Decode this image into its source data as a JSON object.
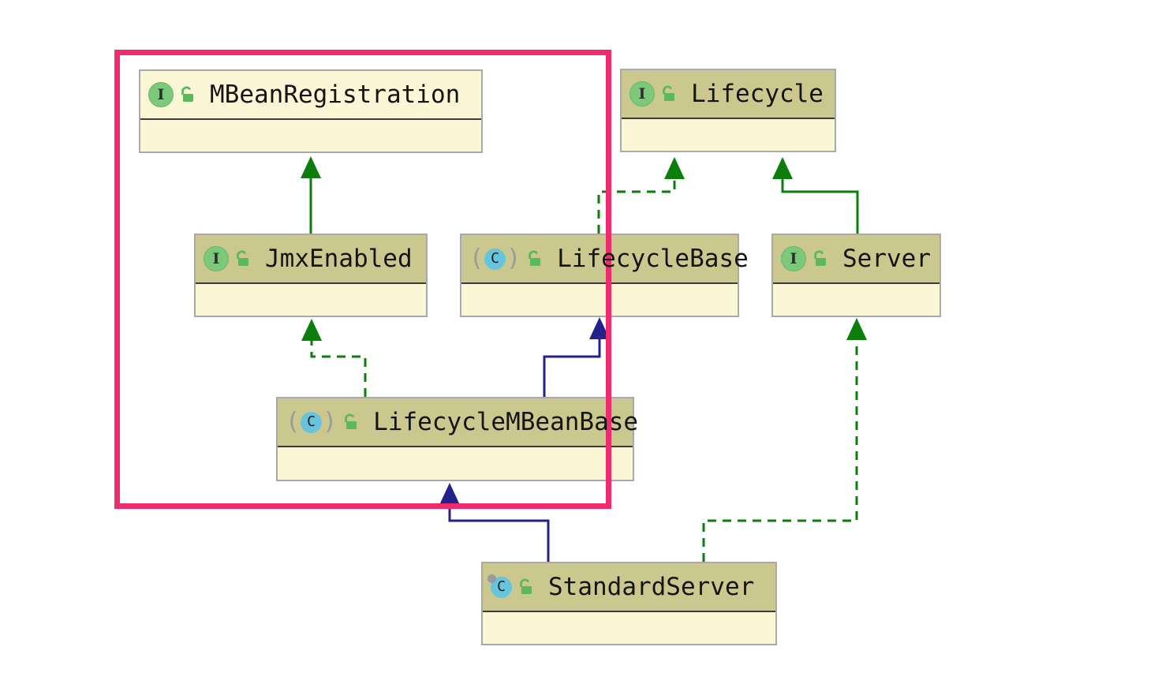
{
  "diagram": {
    "nodes": [
      {
        "label": "MBeanRegistration",
        "kind": "interface",
        "icon": "interface-icon",
        "icon_letter": "I",
        "visibility_icon": "public-unlocked-icon",
        "header_tint": "cream"
      },
      {
        "label": "Lifecycle",
        "kind": "interface",
        "icon": "interface-icon",
        "icon_letter": "I",
        "visibility_icon": "public-unlocked-icon",
        "header_tint": "khaki"
      },
      {
        "label": "JmxEnabled",
        "kind": "interface",
        "icon": "interface-icon",
        "icon_letter": "I",
        "visibility_icon": "public-unlocked-icon",
        "header_tint": "khaki"
      },
      {
        "label": "LifecycleBase",
        "kind": "abstract-class",
        "icon": "abstract-class-icon",
        "icon_letter": "C",
        "visibility_icon": "public-unlocked-icon",
        "header_tint": "khaki"
      },
      {
        "label": "Server",
        "kind": "interface",
        "icon": "interface-icon",
        "icon_letter": "I",
        "visibility_icon": "public-unlocked-icon",
        "header_tint": "khaki"
      },
      {
        "label": "LifecycleMBeanBase",
        "kind": "abstract-class",
        "icon": "abstract-class-icon",
        "icon_letter": "C",
        "visibility_icon": "public-unlocked-icon",
        "header_tint": "khaki"
      },
      {
        "label": "StandardServer",
        "kind": "class",
        "icon": "class-icon",
        "icon_letter": "C",
        "visibility_icon": "public-unlocked-icon",
        "header_tint": "khaki"
      }
    ],
    "edges": [
      {
        "from": "JmxEnabled",
        "to": "MBeanRegistration",
        "relation": "extends",
        "line": "solid",
        "color": "green"
      },
      {
        "from": "LifecycleBase",
        "to": "Lifecycle",
        "relation": "implements",
        "line": "dashed",
        "color": "green"
      },
      {
        "from": "Server",
        "to": "Lifecycle",
        "relation": "extends",
        "line": "solid",
        "color": "green"
      },
      {
        "from": "LifecycleMBeanBase",
        "to": "JmxEnabled",
        "relation": "implements",
        "line": "dashed",
        "color": "green"
      },
      {
        "from": "LifecycleMBeanBase",
        "to": "LifecycleBase",
        "relation": "extends",
        "line": "solid",
        "color": "navy"
      },
      {
        "from": "StandardServer",
        "to": "LifecycleMBeanBase",
        "relation": "extends",
        "line": "solid",
        "color": "navy"
      },
      {
        "from": "StandardServer",
        "to": "Server",
        "relation": "implements",
        "line": "dashed",
        "color": "green"
      }
    ],
    "colors": {
      "edge_green": "#0B7E0B",
      "edge_navy": "#22228B",
      "highlight_pink": "#F02B6D",
      "header_khaki": "#CBC88F",
      "panel_cream": "#FAF6D6",
      "interface_icon_green": "#7CC97C",
      "class_icon_blue": "#66C5DC",
      "lock_green": "#5CB85C"
    }
  }
}
